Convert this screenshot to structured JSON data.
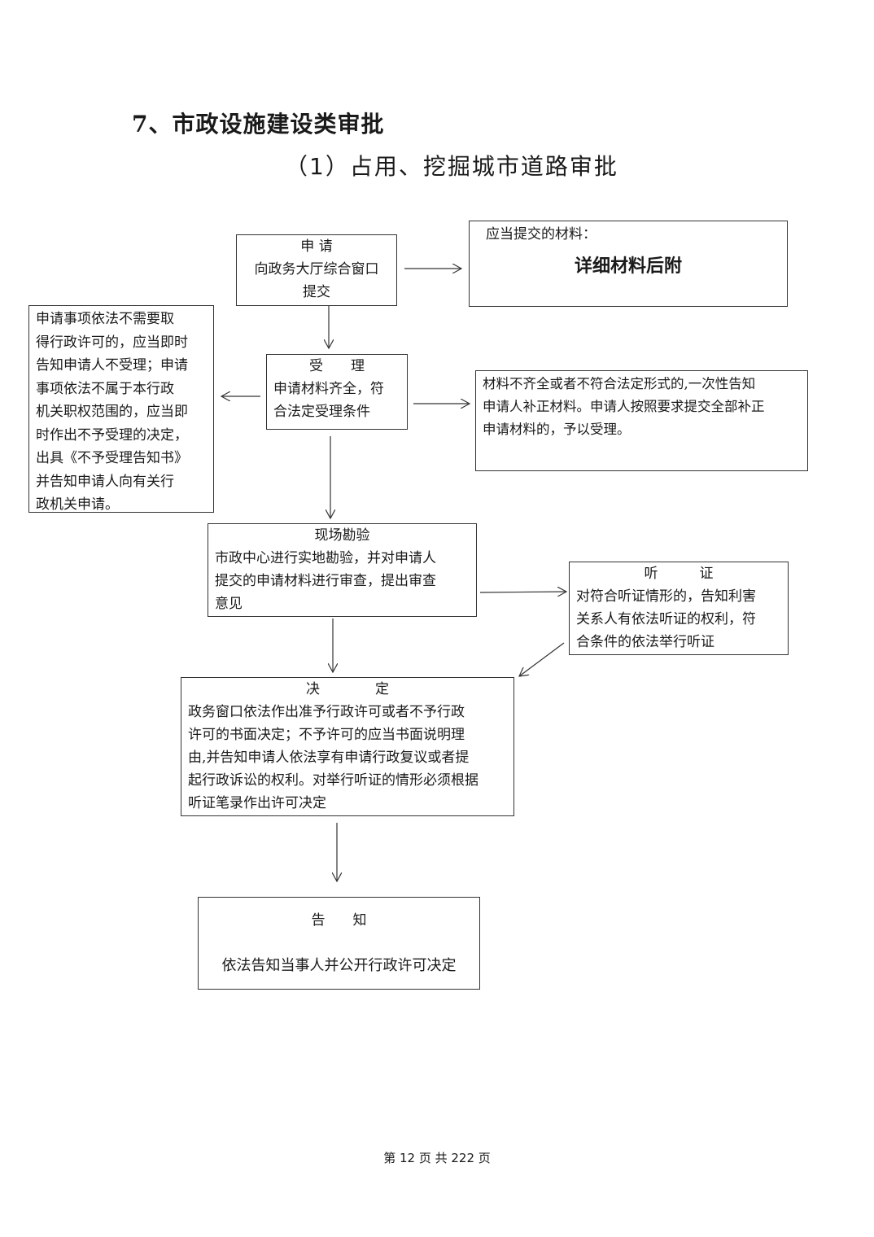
{
  "section_title": "7、市政设施建设类审批",
  "sub_title": "（1）占用、挖掘城市道路审批",
  "nodes": {
    "apply": {
      "heading": "申 请",
      "lines": [
        "向政务大厅综合窗口",
        "提交"
      ]
    },
    "materials": {
      "heading": "应当提交的材料：",
      "emphasis": "详细材料后附"
    },
    "reject": {
      "text": [
        "申请事项依法不需要取",
        "得行政许可的，应当即时",
        "告知申请人不受理；申请",
        "事项依法不属于本行政",
        "机关职权范围的，应当即",
        "时作出不予受理的决定，",
        "出具《不予受理告知书》",
        "并告知申请人向有关行",
        "政机关申请。"
      ]
    },
    "accept": {
      "heading": "受　　理",
      "lines": [
        "申请材料齐全，符",
        "合法定受理条件"
      ]
    },
    "supplement": {
      "text": [
        "材料不齐全或者不符合法定形式的,一次性告知",
        "申请人补正材料。申请人按照要求提交全部补正",
        "申请材料的，予以受理。"
      ]
    },
    "inspection": {
      "heading": "现场勘验",
      "lines": [
        "市政中心进行实地勘验，并对申请人",
        "提交的申请材料进行审查，提出审查",
        "意见"
      ]
    },
    "hearing": {
      "heading": "听　　　证",
      "lines": [
        "对符合听证情形的，告知利害",
        "关系人有依法听证的权利，符",
        "合条件的依法举行听证"
      ]
    },
    "decision": {
      "heading": "决　　　　定",
      "lines": [
        "政务窗口依法作出准予行政许可或者不予行政",
        "许可的书面决定；不予许可的应当书面说明理",
        "由,并告知申请人依法享有申请行政复议或者提",
        "起行政诉讼的权利。对举行听证的情形必须根据",
        "听证笔录作出许可决定"
      ]
    },
    "notify": {
      "heading": "告　　知",
      "lines": [
        "依法告知当事人并公开行政许可决定"
      ]
    }
  },
  "footer": {
    "page_label": "第 12 页 共 222 页"
  }
}
